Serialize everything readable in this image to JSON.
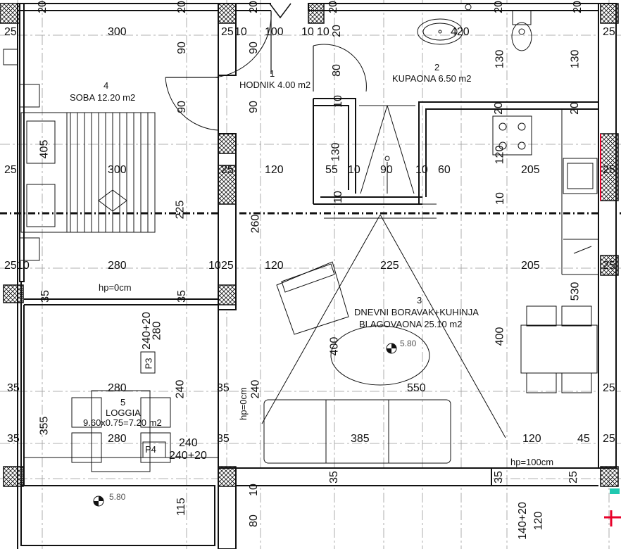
{
  "rooms": {
    "hodnik": {
      "num": "1",
      "name": "HODNIK 4.00 m2"
    },
    "kupaona": {
      "num": "2",
      "name": "KUPAONA 6.50 m2"
    },
    "boravak": {
      "num": "3",
      "name1": "DNEVNI BORAVAK+KUHINJA",
      "name2": "BLAGOVAONA 25.10 m2"
    },
    "soba": {
      "num": "4",
      "name": "SOBA 12.20 m2"
    },
    "loggia": {
      "num": "5",
      "name1": "LOGGIA",
      "name2": "9.60x0.75=7.20 m2"
    }
  },
  "level_marks": {
    "living": "5.80",
    "loggia": "5.80"
  },
  "hp_labels": {
    "left": "hp=0cm",
    "mid": "hp=0cm",
    "right": "hp=100cm"
  },
  "openings": {
    "p3": "P3",
    "p4": "P4"
  },
  "dims": {
    "h_top": [
      "25",
      "300",
      "25",
      "10",
      "100",
      "10",
      "10",
      "420",
      "25"
    ],
    "h_row2": [
      "25",
      "300",
      "25",
      "120",
      "55",
      "10",
      "90",
      "10",
      "60",
      "205",
      "25"
    ],
    "h_row3": [
      "25",
      "10",
      "280",
      "10",
      "25",
      "120",
      "225",
      "205",
      "25"
    ],
    "h_row4": [
      "35",
      "280",
      "35",
      "550",
      "25"
    ],
    "h_row5": [
      "35",
      "280",
      "240",
      "240+20",
      "35",
      "385",
      "120",
      "45",
      "25"
    ],
    "v_top": [
      "20",
      "20",
      "20",
      "20",
      "20",
      "20"
    ],
    "v_left": [
      "405",
      "355",
      "115"
    ],
    "v_col1": [
      "90",
      "90",
      "225",
      "240+20",
      "280",
      "240"
    ],
    "v_col2": [
      "90",
      "90",
      "260",
      "240",
      "80"
    ],
    "v_col3": [
      "20",
      "80",
      "10",
      "130",
      "10"
    ],
    "v_col4": [
      "130",
      "20",
      "120",
      "10",
      "400"
    ],
    "v_col5": [
      "130",
      "20",
      "530"
    ],
    "v_extra": [
      "35",
      "35",
      "35",
      "35",
      "25",
      "10",
      "140+20",
      "120"
    ]
  },
  "colors": {
    "line": "#111111",
    "accent": "#e8002a",
    "teal": "#1fc8b0"
  }
}
